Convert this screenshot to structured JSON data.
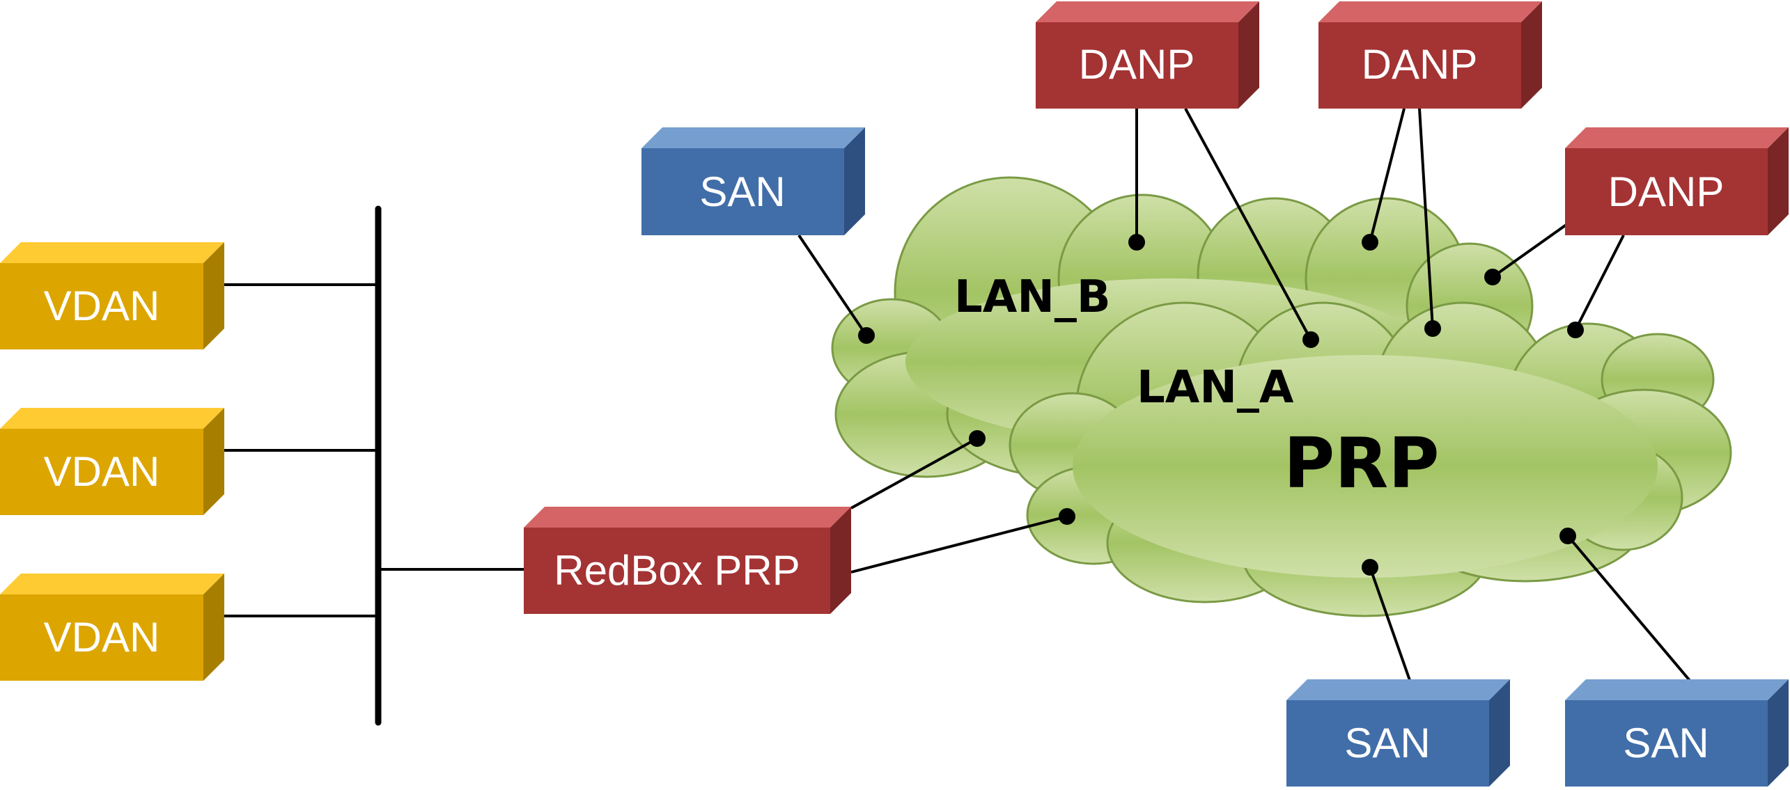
{
  "clouds": {
    "lan_b_label": "LAN_B",
    "lan_a_label": "LAN_A",
    "prp_label": "PRP",
    "fill_light": "#cfe0a8",
    "fill_mid": "#a3c464",
    "stroke": "#7a9a44"
  },
  "nodes": {
    "vdan_1": "VDAN",
    "vdan_2": "VDAN",
    "vdan_3": "VDAN",
    "san_top": "SAN",
    "danp_1": "DANP",
    "danp_2": "DANP",
    "danp_3": "DANP",
    "redbox": "RedBox PRP",
    "san_bottom_1": "SAN",
    "san_bottom_2": "SAN"
  },
  "colors": {
    "vdan": {
      "front": "#dca500",
      "top": "#ffcb33",
      "side": "#a87e00"
    },
    "danp": {
      "front": "#a43334",
      "top": "#d46465",
      "side": "#7a2526"
    },
    "san": {
      "front": "#416ea8",
      "top": "#769fd0",
      "side": "#2d5080"
    }
  }
}
